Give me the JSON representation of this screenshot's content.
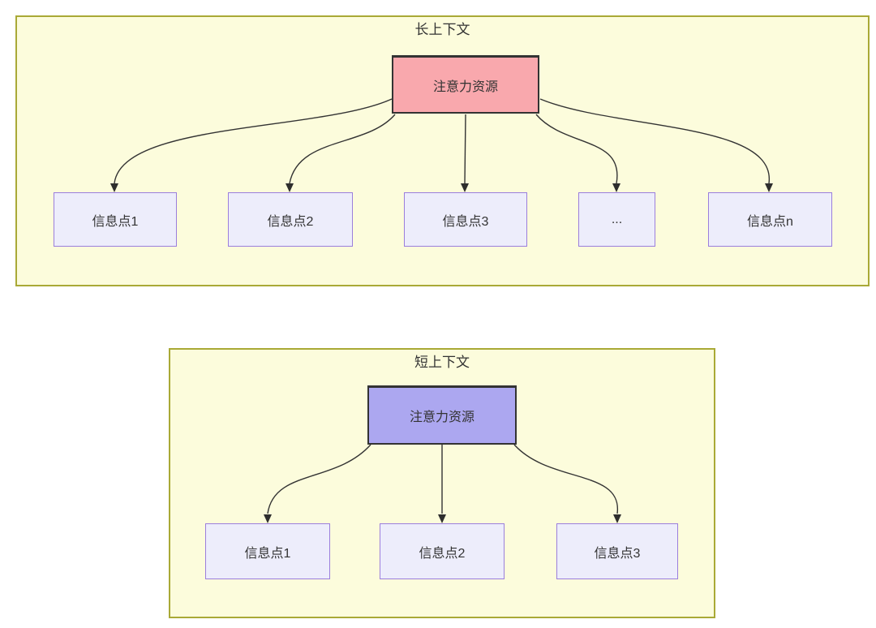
{
  "diagram": {
    "sections": [
      {
        "title": "长上下文",
        "attention": {
          "label": "注意力资源",
          "fill": "#F9A8AD"
        },
        "children": [
          {
            "label": "信息点1"
          },
          {
            "label": "信息点2"
          },
          {
            "label": "信息点3"
          },
          {
            "label": "..."
          },
          {
            "label": "信息点n"
          }
        ]
      },
      {
        "title": "短上下文",
        "attention": {
          "label": "注意力资源",
          "fill": "#ACA7F0"
        },
        "children": [
          {
            "label": "信息点1"
          },
          {
            "label": "信息点2"
          },
          {
            "label": "信息点3"
          }
        ]
      }
    ],
    "colors": {
      "section_fill": "#FCFCDC",
      "section_border": "#A9A936",
      "attention_long_fill": "#F9A8AD",
      "attention_short_fill": "#ACA7F0",
      "attention_border": "#333333",
      "info_fill": "#EDEDFB",
      "info_border": "#9B7EDC",
      "arrow": "#333333",
      "text": "#333333"
    }
  }
}
